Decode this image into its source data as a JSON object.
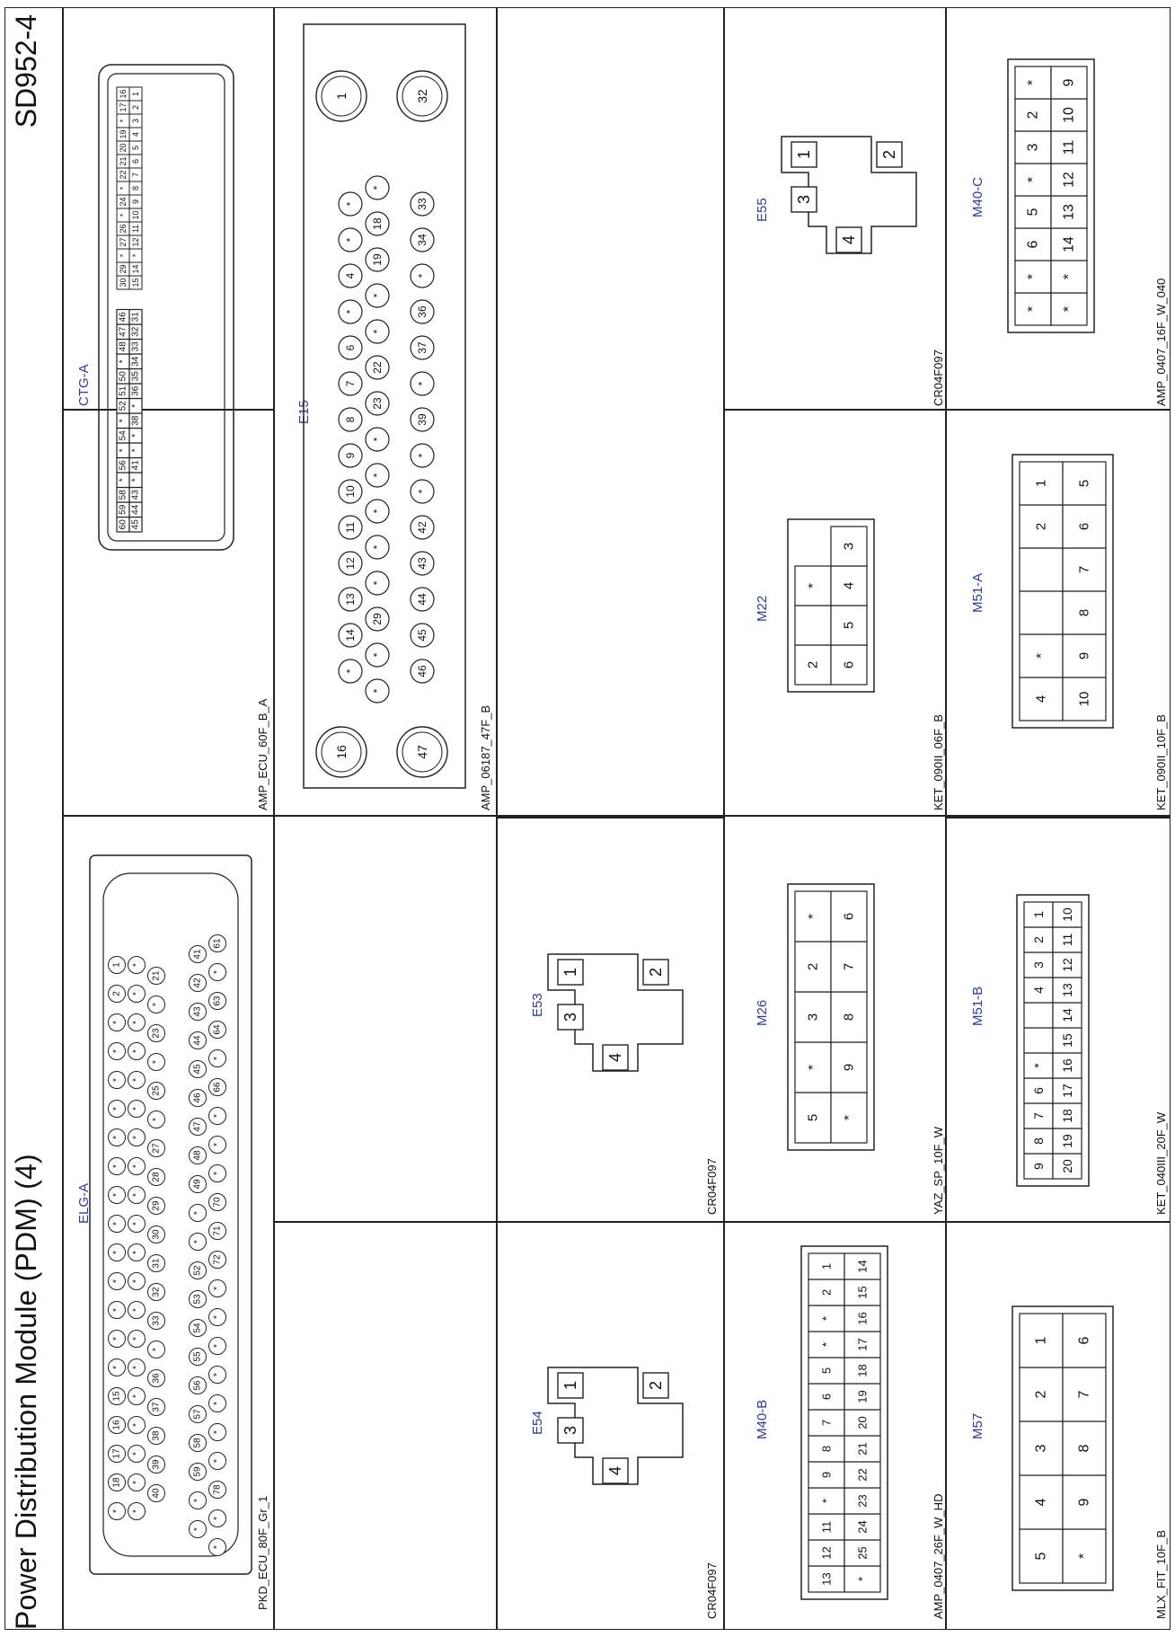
{
  "header": {
    "title": "Power Distribution Module (PDM) (4)",
    "code": "SD952-4"
  },
  "connectors": {
    "ctg_a": {
      "name": "CTG-A",
      "part": "AMP_ECU_60F_B_A",
      "rows": [
        [
          "60",
          "59",
          "58",
          "*",
          "56",
          "*",
          "54",
          "*",
          "52",
          "51",
          "50",
          "*",
          "48",
          "47",
          "46"
        ],
        [
          "45",
          "44",
          "43",
          "*",
          "41",
          "*",
          "*",
          "38",
          "*",
          "36",
          "35",
          "34",
          "33",
          "32",
          "31"
        ],
        [
          "30",
          "29",
          "*",
          "27",
          "26",
          "*",
          "24",
          "*",
          "22",
          "21",
          "20",
          "19",
          "*",
          "17",
          "16"
        ],
        [
          "15",
          "14",
          "*",
          "12",
          "11",
          "10",
          "9",
          "8",
          "7",
          "6",
          "5",
          "4",
          "3",
          "2",
          "1"
        ]
      ]
    },
    "e15": {
      "name": "E15",
      "part": "AMP_06187_47F_B",
      "big_top": [
        "16",
        "1"
      ],
      "big_bottom": [
        "47",
        "32"
      ],
      "row1": [
        "*",
        "14",
        "13",
        "12",
        "11",
        "10",
        "9",
        "8",
        "7",
        "6",
        "*",
        "4",
        "*",
        "*"
      ],
      "row2": [
        "*",
        "*",
        "29",
        "*",
        "*",
        "*",
        "*",
        "*",
        "23",
        "22",
        "*",
        "*",
        "19",
        "18",
        "*"
      ],
      "row3": [
        "46",
        "45",
        "44",
        "43",
        "42",
        "*",
        "*",
        "39",
        "*",
        "37",
        "36",
        "*",
        "34",
        "33"
      ]
    },
    "elg_a": {
      "name": "ELG-A",
      "part": "PKD_ECU_80F_Gr_1",
      "row1": [
        "*",
        "18",
        "17",
        "16",
        "15",
        "*",
        "*",
        "*",
        "*",
        "*",
        "*",
        "*",
        "*",
        "*",
        "*",
        "*",
        "*",
        "*",
        "2",
        "1"
      ],
      "row2": [
        "*",
        "*",
        "*",
        "*",
        "*",
        "*",
        "*",
        "*",
        "*",
        "*",
        "*",
        "*",
        "*",
        "*",
        "*",
        "*",
        "*",
        "*",
        "*",
        "*"
      ],
      "row3": [
        "40",
        "39",
        "38",
        "37",
        "36",
        "*",
        "33",
        "32",
        "31",
        "30",
        "29",
        "28",
        "27",
        "*",
        "25",
        "*",
        "23",
        "*",
        "21"
      ],
      "row4": [
        "*",
        "*",
        "59",
        "58",
        "57",
        "56",
        "55",
        "54",
        "53",
        "52",
        "*",
        "*",
        "49",
        "48",
        "47",
        "46",
        "45",
        "44",
        "43",
        "42",
        "41"
      ],
      "row5": [
        "*",
        "*",
        "78",
        "*",
        "*",
        "*",
        "*",
        "*",
        "*",
        "*",
        "72",
        "71",
        "70",
        "*",
        "*",
        "*",
        "66",
        "*",
        "64",
        "63",
        "*",
        "61"
      ]
    },
    "m40_c": {
      "name": "M40-C",
      "part": "AMP_0407_16F_W_040",
      "rows": [
        [
          "*",
          "*",
          "6",
          "5",
          "*",
          "3",
          "2",
          "*"
        ],
        [
          "*",
          "*",
          "14",
          "13",
          "12",
          "11",
          "10",
          "9"
        ]
      ]
    },
    "e55": {
      "name": "E55",
      "part": "CR04F097",
      "pins": [
        "1",
        "2",
        "3",
        "4"
      ]
    },
    "m51_a": {
      "name": "M51-A",
      "part": "KET_090II_10F_B",
      "rows": [
        [
          "4",
          "*",
          "",
          "",
          "2",
          "1"
        ],
        [
          "10",
          "9",
          "8",
          "7",
          "6",
          "5"
        ]
      ]
    },
    "m22": {
      "name": "M22",
      "part": "KET_090II_06F_B",
      "rows": [
        [
          "2",
          "",
          "*"
        ],
        [
          "6",
          "5",
          "4",
          "3"
        ]
      ]
    },
    "m51_b": {
      "name": "M51-B",
      "part": "KET_040III_20F_W",
      "rows": [
        [
          "9",
          "8",
          "7",
          "6",
          "*",
          "",
          "",
          "4",
          "3",
          "2",
          "1"
        ],
        [
          "20",
          "19",
          "18",
          "17",
          "16",
          "15",
          "14",
          "13",
          "12",
          "11",
          "10"
        ]
      ]
    },
    "m26": {
      "name": "M26",
      "part": "YAZ_SP_10F_W",
      "rows": [
        [
          "5",
          "*",
          "3",
          "2",
          "*"
        ],
        [
          "*",
          "9",
          "8",
          "7",
          "6"
        ]
      ]
    },
    "e53": {
      "name": "E53",
      "part": "CR04F097",
      "pins": [
        "1",
        "2",
        "3",
        "4"
      ]
    },
    "m57": {
      "name": "M57",
      "part": "MLX_FIT_10F_B",
      "rows": [
        [
          "5",
          "4",
          "3",
          "2",
          "1"
        ],
        [
          "*",
          "9",
          "8",
          "7",
          "6"
        ]
      ]
    },
    "m40_b": {
      "name": "M40-B",
      "part": "AMP_0407_26F_W_HD",
      "rows": [
        [
          "13",
          "12",
          "11",
          "*",
          "9",
          "8",
          "7",
          "6",
          "5",
          "*",
          "*",
          "2",
          "1"
        ],
        [
          "*",
          "25",
          "24",
          "23",
          "22",
          "21",
          "20",
          "19",
          "18",
          "17",
          "16",
          "15",
          "14"
        ]
      ]
    },
    "e54": {
      "name": "E54",
      "part": "CR04F097",
      "pins": [
        "1",
        "2",
        "3",
        "4"
      ]
    }
  }
}
